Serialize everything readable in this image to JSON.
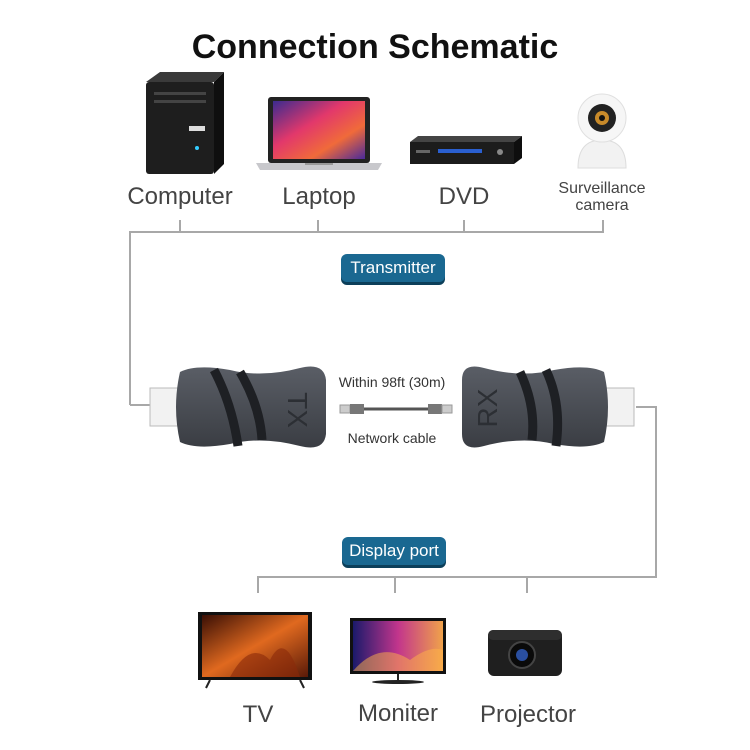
{
  "title": "Connection Schematic",
  "sources": [
    {
      "label": "Computer",
      "icon": "computer-tower-icon"
    },
    {
      "label": "Laptop",
      "icon": "laptop-icon"
    },
    {
      "label": "DVD",
      "icon": "dvd-player-icon"
    },
    {
      "label_line1": "Surveillance",
      "label_line2": "camera",
      "icon": "surveillance-camera-icon"
    }
  ],
  "transmitter_label": "Transmitter",
  "tx_text": "TX",
  "rx_text": "RX",
  "distance_label": "Within 98ft (30m)",
  "cable_label": "Network cable",
  "display_port_label": "Display port",
  "outputs": [
    {
      "label": "TV",
      "icon": "tv-icon"
    },
    {
      "label": "Moniter",
      "icon": "monitor-icon"
    },
    {
      "label": "Projector",
      "icon": "projector-icon"
    }
  ],
  "colors": {
    "accent": "#1a6891",
    "line": "#a8a8a8",
    "adapter": "#4a4e55"
  }
}
